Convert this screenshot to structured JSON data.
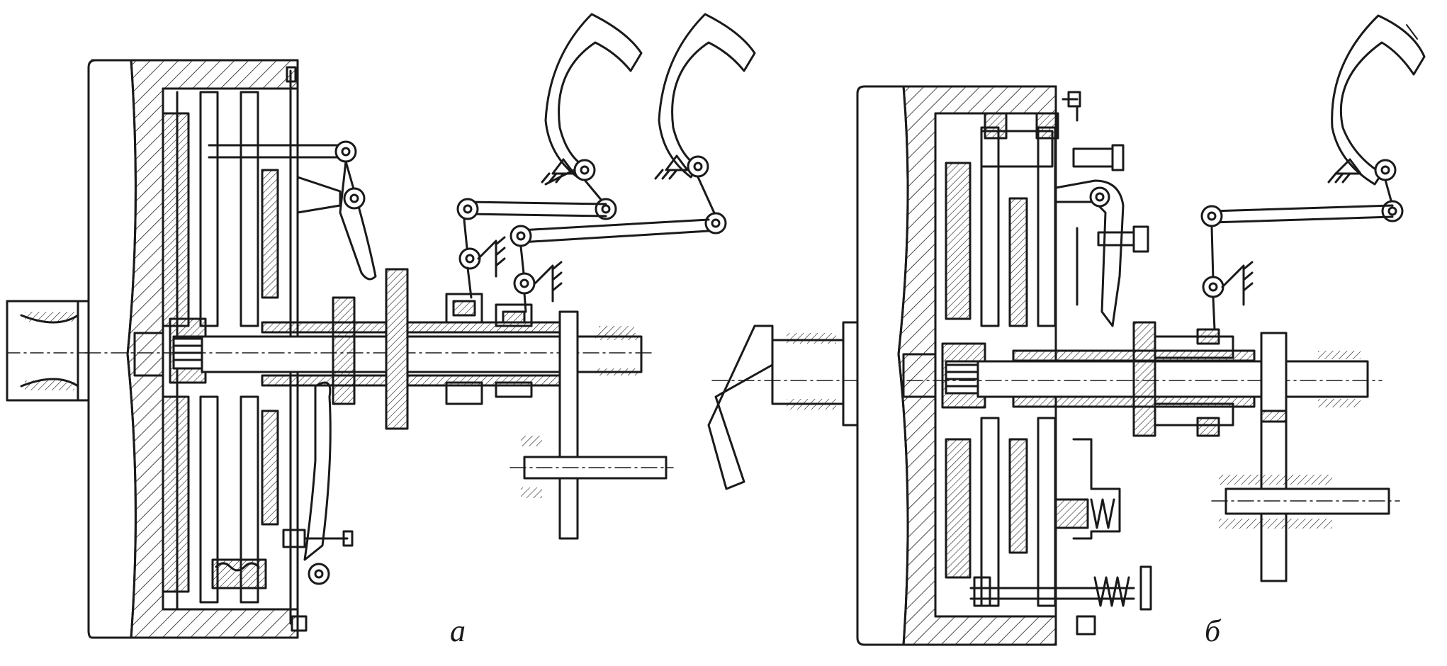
{
  "diagram": {
    "panels": [
      {
        "id": "a",
        "caption": "а"
      },
      {
        "id": "b",
        "caption": "б"
      }
    ],
    "colors": {
      "line": "#1a1a1a",
      "background": "#ffffff",
      "hatch": "#1a1a1a"
    }
  }
}
